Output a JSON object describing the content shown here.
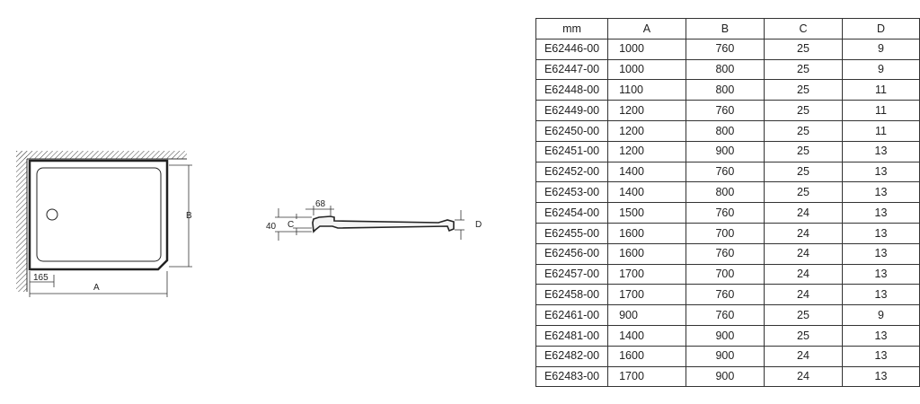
{
  "drawing": {
    "plan_view": {
      "label_width": "A",
      "label_depth": "B",
      "label_waste_offset": "165"
    },
    "section_view": {
      "label_height": "40",
      "label_c": "C",
      "label_rim": "68",
      "label_d": "D"
    }
  },
  "table": {
    "headers": [
      "mm",
      "A",
      "B",
      "C",
      "D"
    ],
    "rows": [
      [
        "E62446-00",
        "1000",
        "760",
        "25",
        "9"
      ],
      [
        "E62447-00",
        "1000",
        "800",
        "25",
        "9"
      ],
      [
        "E62448-00",
        "1100",
        "800",
        "25",
        "11"
      ],
      [
        "E62449-00",
        "1200",
        "760",
        "25",
        "11"
      ],
      [
        "E62450-00",
        "1200",
        "800",
        "25",
        "11"
      ],
      [
        "E62451-00",
        "1200",
        "900",
        "25",
        "13"
      ],
      [
        "E62452-00",
        "1400",
        "760",
        "25",
        "13"
      ],
      [
        "E62453-00",
        "1400",
        "800",
        "25",
        "13"
      ],
      [
        "E62454-00",
        "1500",
        "760",
        "24",
        "13"
      ],
      [
        "E62455-00",
        "1600",
        "700",
        "24",
        "13"
      ],
      [
        "E62456-00",
        "1600",
        "760",
        "24",
        "13"
      ],
      [
        "E62457-00",
        "1700",
        "700",
        "24",
        "13"
      ],
      [
        "E62458-00",
        "1700",
        "760",
        "24",
        "13"
      ],
      [
        "E62461-00",
        "900",
        "760",
        "25",
        "9"
      ],
      [
        "E62481-00",
        "1400",
        "900",
        "25",
        "13"
      ],
      [
        "E62482-00",
        "1600",
        "900",
        "24",
        "13"
      ],
      [
        "E62483-00",
        "1700",
        "900",
        "24",
        "13"
      ]
    ]
  }
}
